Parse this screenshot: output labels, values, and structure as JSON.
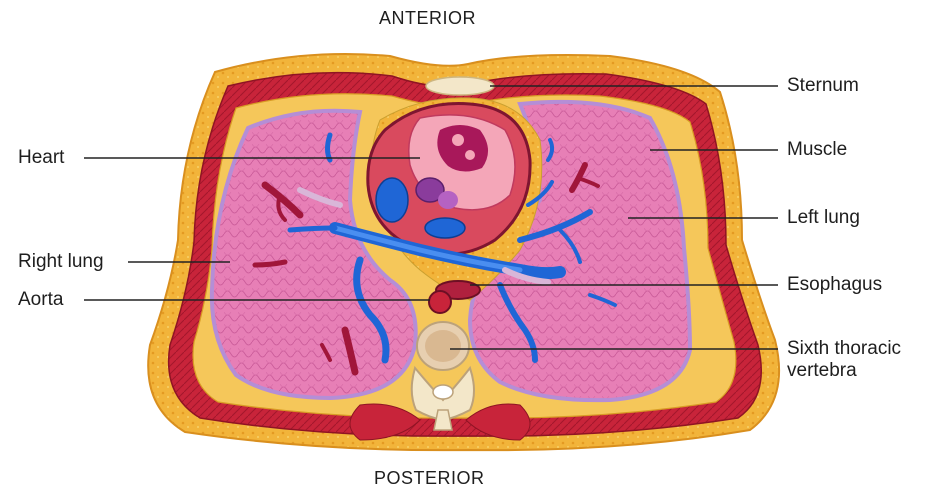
{
  "orientation": {
    "top": "ANTERIOR",
    "bottom": "POSTERIOR"
  },
  "labels": {
    "sternum": "Sternum",
    "muscle": "Muscle",
    "left_lung": "Left lung",
    "esophagus": "Esophagus",
    "vertebra_line1": "Sixth thoracic",
    "vertebra_line2": "vertebra",
    "heart": "Heart",
    "right_lung": "Right lung",
    "aorta": "Aorta"
  },
  "colors": {
    "fat": "#f2b43a",
    "muscle": "#c8243a",
    "lung": "#e77fb6",
    "lung_edge": "#b58ed6",
    "vessel_blue": "#1f66d6",
    "heart_light": "#f4a6b8",
    "heart_dark": "#a8185a",
    "bone": "#f3e7c9",
    "leader": "#222222"
  }
}
